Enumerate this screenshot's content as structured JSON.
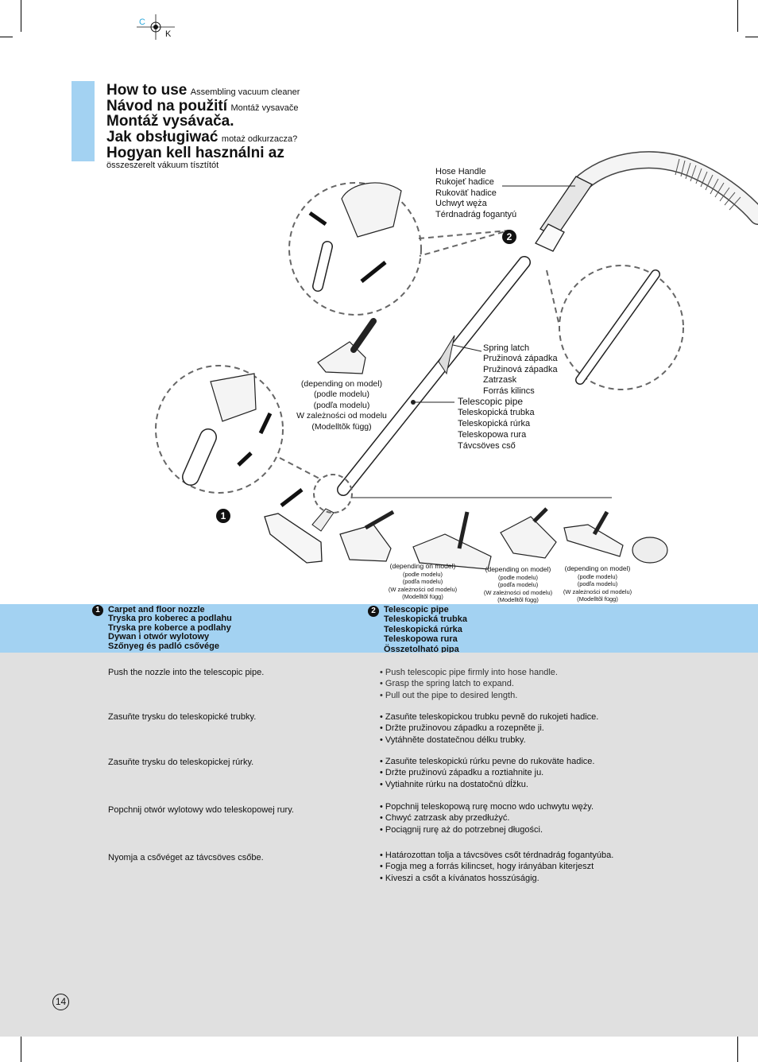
{
  "registration": {
    "c": "C",
    "k": "K"
  },
  "titles": [
    {
      "main": "How to use",
      "sub": "Assembling vacuum cleaner"
    },
    {
      "main": "Návod na použití",
      "sub": "Montáž vysavače"
    },
    {
      "main": "Montáž vysávača.",
      "sub": ""
    },
    {
      "main": "Jak obsługiwać",
      "sub": "motaż odkurzacza?"
    },
    {
      "main": "Hogyan kell használni az",
      "sub": ""
    }
  ],
  "title_tail": "összeszerelt vákuum tísztítót",
  "labels": {
    "hose_handle": [
      "Hose Handle",
      "Rukojeť hadice",
      "Rukoväť hadice",
      "Uchwyt węża",
      "Térdnadrág fogantyú"
    ],
    "spring_latch": [
      "Spring latch",
      "Pružinová západka",
      "Pružinová západka",
      "Zatrzask",
      "Forrás kilincs"
    ],
    "telescopic_pipe": [
      "Telescopic pipe",
      "Teleskopická trubka",
      "Teleskopická rúrka",
      "Teleskopowa rura",
      "Távcsöves cső"
    ],
    "depending_main": [
      "(depending on model)",
      "(podle modelu)",
      "(podľa modelu)",
      "W zależności od modelu",
      "(Modelltõk függ)"
    ],
    "depending_small": [
      "(depending on model)",
      "(podle modelu)",
      "(podľa modelu)",
      "(W zależności od modelu)",
      "(Modelltõl függ)"
    ]
  },
  "markers": {
    "one": "1",
    "two": "2"
  },
  "band": {
    "col1": [
      "Carpet and floor nozzle",
      "Tryska pro koberec a podlahu",
      "Tryska pre koberce a podlahy",
      "Dywan i otwór wylotowy",
      "Szőnyeg és padló csővége"
    ],
    "col2": [
      "Telescopic pipe",
      "Teleskopická trubka",
      "Teleskopická rúrka",
      "Teleskopowa rura",
      "Összetolható pipa"
    ]
  },
  "instructions": [
    {
      "left": "Push the nozzle into the telescopic pipe.",
      "bullets": [
        "• Push telescopic pipe firmly into hose handle.",
        "• Grasp the spring latch to expand.",
        "• Pull out the pipe to desired length."
      ]
    },
    {
      "left": "Zasuňte trysku do teleskopické trubky.",
      "bullets": [
        "• Zasuňte teleskopickou trubku pevně do rukojeti hadice.",
        "• Držte pružinovou západku a rozepněte ji.",
        "• Vytáhněte dostatečnou délku trubky."
      ]
    },
    {
      "left": "Zasuňte trysku do teleskopickej rúrky.",
      "bullets": [
        "• Zasuňte teleskopickú rúrku pevne do rukoväte hadice.",
        "• Držte pružinovú západku a roztiahnite ju.",
        "• Vytiahnite rúrku na dostatočnú dĺžku."
      ]
    },
    {
      "left": "Popchnij otwór wylotowy wdo teleskopowej rury.",
      "bullets": [
        "• Popchnij teleskopową rurę mocno wdo uchwytu węży.",
        "• Chwyć zatrzask aby przedłużyć.",
        "• Pociągnij rurę aż do potrzebnej długości."
      ]
    },
    {
      "left": "Nyomja a csővéget az távcsöves csőbe.",
      "bullets": [
        "• Határozottan tolja a távcsöves csőt térdnadrág fogantyúba.",
        "• Fogja meg a forrás kilincset, hogy irányában kiterjeszt",
        "• Kiveszi a csőt a kívánatos hosszúságig."
      ]
    }
  ],
  "page_number": "14"
}
